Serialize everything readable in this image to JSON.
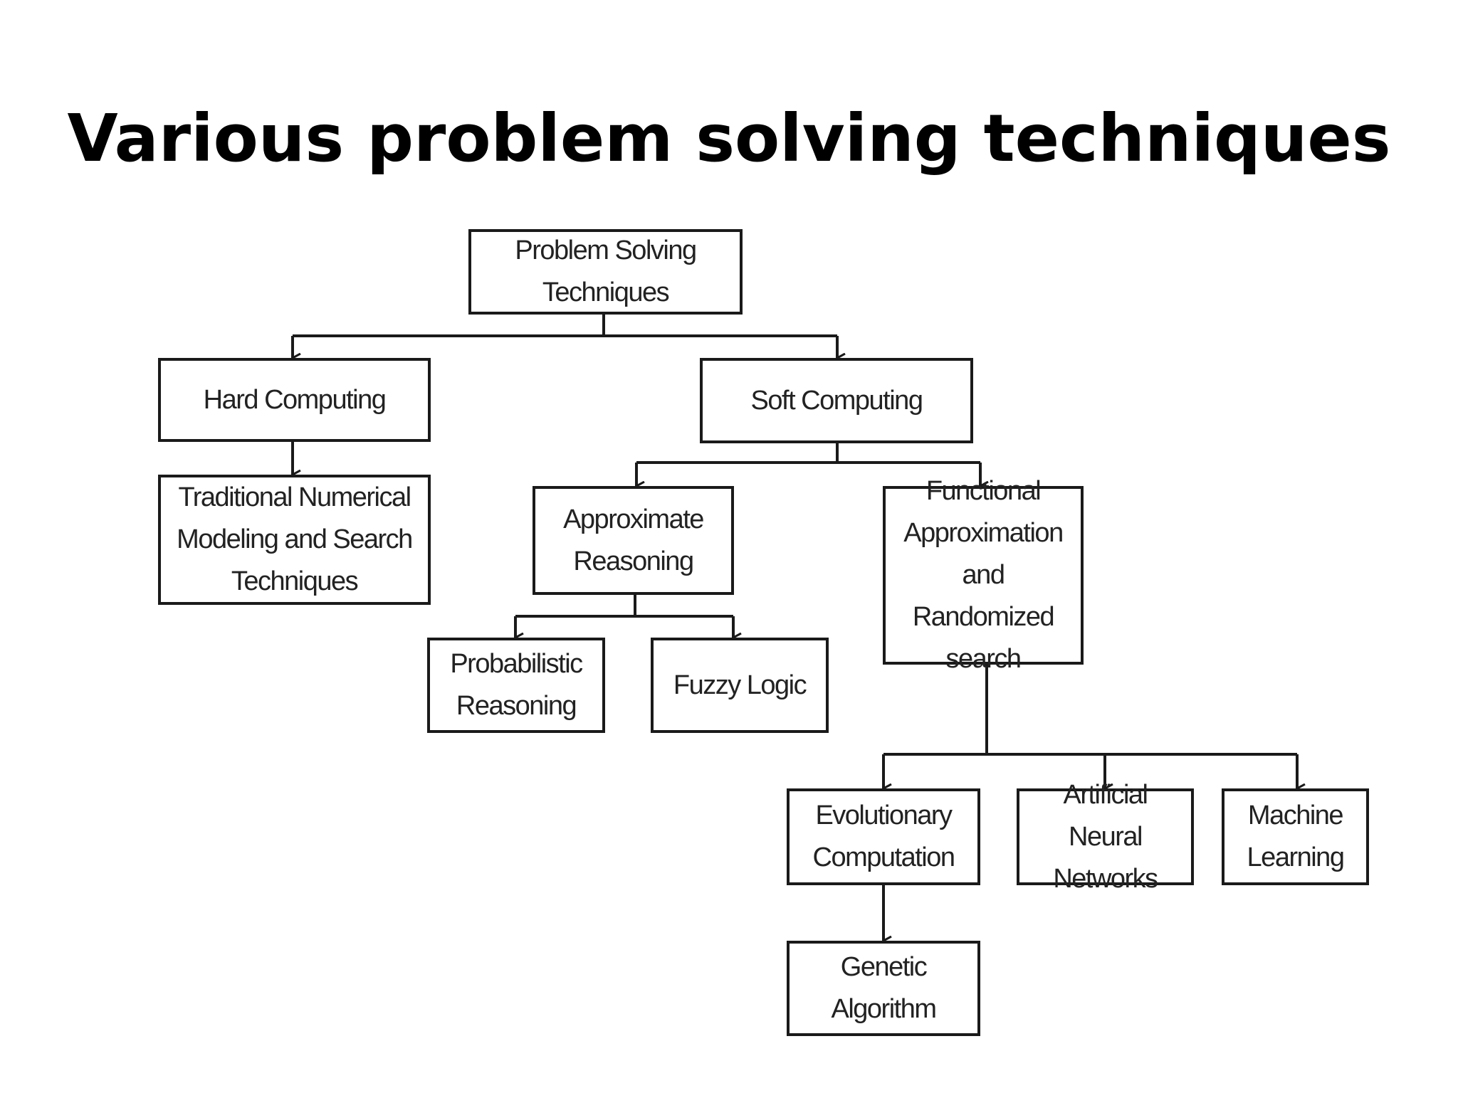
{
  "slide": {
    "title": "Various problem solving techniques"
  },
  "diagram": {
    "nodes": {
      "root": {
        "label": "Problem Solving\nTechniques"
      },
      "hard_computing": {
        "label": "Hard Computing"
      },
      "soft_computing": {
        "label": "Soft Computing"
      },
      "traditional": {
        "label": "Traditional Numerical\nModeling and Search\nTechniques"
      },
      "approx_reasoning": {
        "label": "Approximate\nReasoning"
      },
      "functional_approx": {
        "label": "Functional\nApproximation\nand Randomized\nsearch"
      },
      "probabilistic": {
        "label": "Probabilistic\nReasoning"
      },
      "fuzzy_logic": {
        "label": "Fuzzy Logic"
      },
      "evolutionary": {
        "label": "Evolutionary\nComputation"
      },
      "ann": {
        "label": "Artificial Neural\nNetworks"
      },
      "ml": {
        "label": "Machine\nLearning"
      },
      "genetic": {
        "label": "Genetic\nAlgorithm"
      }
    },
    "edges": [
      {
        "from": "root",
        "to": "hard_computing"
      },
      {
        "from": "root",
        "to": "soft_computing"
      },
      {
        "from": "hard_computing",
        "to": "traditional"
      },
      {
        "from": "soft_computing",
        "to": "approx_reasoning"
      },
      {
        "from": "soft_computing",
        "to": "functional_approx"
      },
      {
        "from": "approx_reasoning",
        "to": "probabilistic"
      },
      {
        "from": "approx_reasoning",
        "to": "fuzzy_logic"
      },
      {
        "from": "functional_approx",
        "to": "evolutionary"
      },
      {
        "from": "functional_approx",
        "to": "ann"
      },
      {
        "from": "functional_approx",
        "to": "ml"
      },
      {
        "from": "evolutionary",
        "to": "genetic"
      }
    ]
  }
}
